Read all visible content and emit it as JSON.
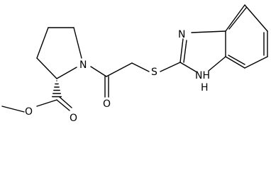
{
  "atoms": {
    "n_pyrrolidine": "N",
    "o_ester_single": "O",
    "o_ester_carbonyl": "O",
    "o_amide_carbonyl": "O",
    "s_thioether": "S",
    "n_imidazole": "N",
    "nh_imidazole": "NH",
    "h_of_nh": "H"
  }
}
